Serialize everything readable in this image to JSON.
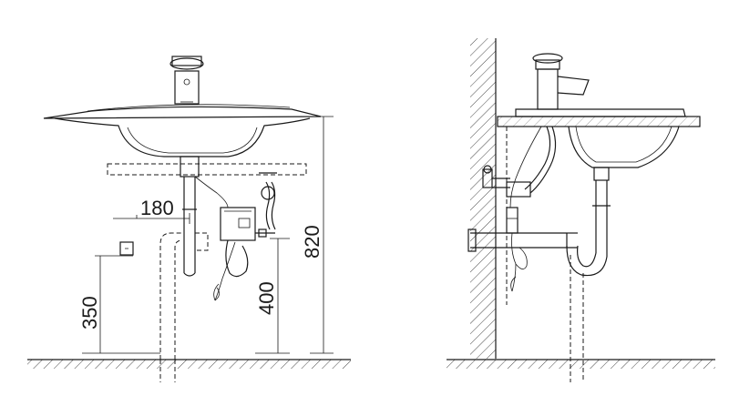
{
  "dimensions": {
    "width_offset": "180",
    "box_height": "350",
    "unit_height": "400",
    "total_height": "820"
  }
}
